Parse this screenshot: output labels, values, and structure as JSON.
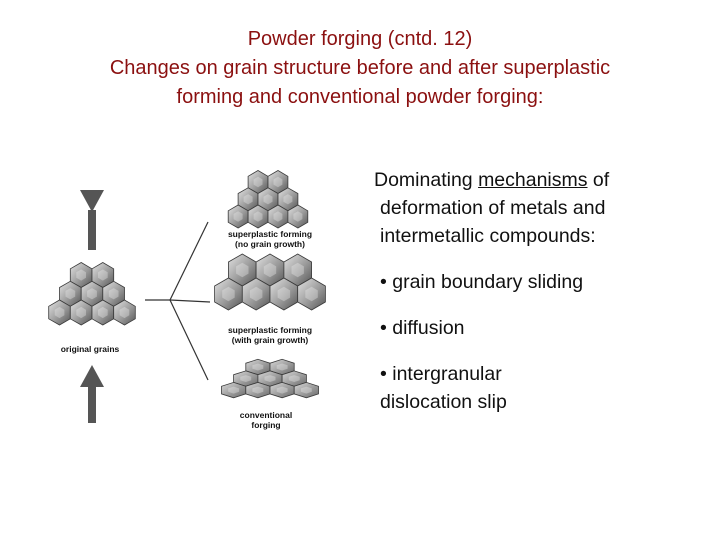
{
  "title": {
    "line1": "Powder forging (cntd. 12)",
    "line2": "Changes on grain structure before and after superplastic",
    "line3": "forming and conventional powder forging:"
  },
  "figure": {
    "label_original": "original grains",
    "label_sp_no_growth_1": "superplastic forming",
    "label_sp_no_growth_2": "(no grain growth)",
    "label_sp_growth_1": "superplastic forming",
    "label_sp_growth_2": "(with grain growth)",
    "label_conv_1": "conventional",
    "label_conv_2": "forging"
  },
  "text": {
    "intro_pre": "Dominating ",
    "intro_underlined": "mechanisms",
    "intro_post": " of",
    "intro_line2": "deformation of metals and",
    "intro_line3": "intermetallic compounds:",
    "bullet1": "• grain boundary sliding",
    "bullet2": "• diffusion",
    "bullet3_line1": "• intergranular",
    "bullet3_line2": "dislocation slip"
  },
  "colors": {
    "title": "#8b1010",
    "body": "#111111"
  }
}
